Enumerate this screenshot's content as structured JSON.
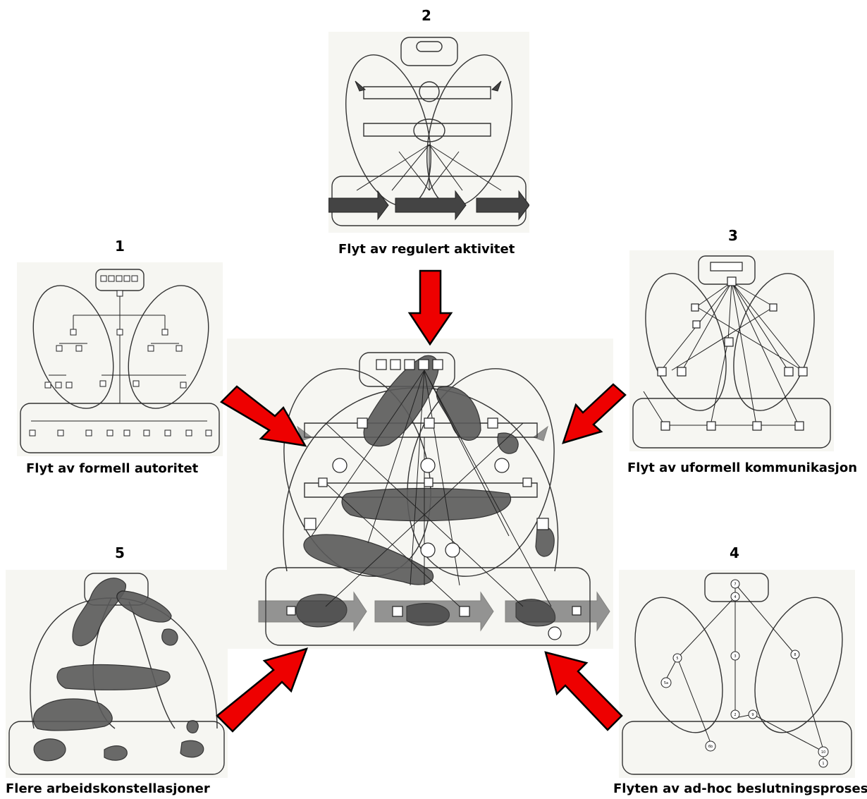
{
  "panels": [
    {
      "number": "1",
      "caption": "Flyt av formell autoritet"
    },
    {
      "number": "2",
      "caption": "Flyt av regulert aktivitet"
    },
    {
      "number": "3",
      "caption": "Flyt av uformell kommunikasjon"
    },
    {
      "number": "4",
      "caption": "Flyten av ad-hoc beslutningsprosess"
    },
    {
      "number": "5",
      "caption": "Flere arbeidskonstellasjoner"
    }
  ],
  "decision_nodes": [
    "7",
    "4",
    "5",
    "5a",
    "3",
    "6b",
    "2",
    "9",
    "8",
    "10",
    "1"
  ],
  "colors": {
    "arrow": "#ee0000",
    "outline": "#000000",
    "shade": "#5a5a5a"
  }
}
